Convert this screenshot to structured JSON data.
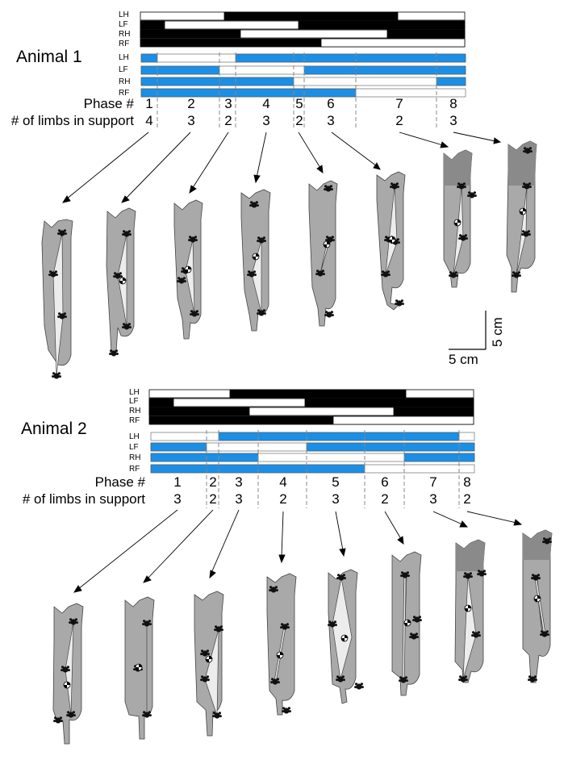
{
  "panels": [
    {
      "title": "Animal 1",
      "limbs": [
        "LH",
        "LF",
        "RH",
        "RF"
      ],
      "phase_label": "Phase #",
      "support_label": "# of limbs in support",
      "phases": [
        "1",
        "2",
        "3",
        "4",
        "5",
        "6",
        "7",
        "8"
      ],
      "limbs_in_support": [
        "4",
        "3",
        "2",
        "3",
        "2",
        "3",
        "2",
        "3"
      ]
    },
    {
      "title": "Animal 2",
      "limbs": [
        "LH",
        "LF",
        "RH",
        "RF"
      ],
      "phase_label": "Phase #",
      "support_label": "# of limbs in support",
      "phases": [
        "1",
        "2",
        "3",
        "4",
        "5",
        "6",
        "7",
        "8"
      ],
      "limbs_in_support": [
        "3",
        "2",
        "3",
        "2",
        "3",
        "2",
        "3",
        "2"
      ]
    }
  ],
  "scale_bar": {
    "vertical": "5 cm",
    "horizontal": "5 cm"
  },
  "colors": {
    "stance": "#1b8fe6",
    "swing": "#ffffff",
    "body": "#a9a9a9",
    "support_polygon": "#ececec",
    "gait_black": "#000000"
  }
}
